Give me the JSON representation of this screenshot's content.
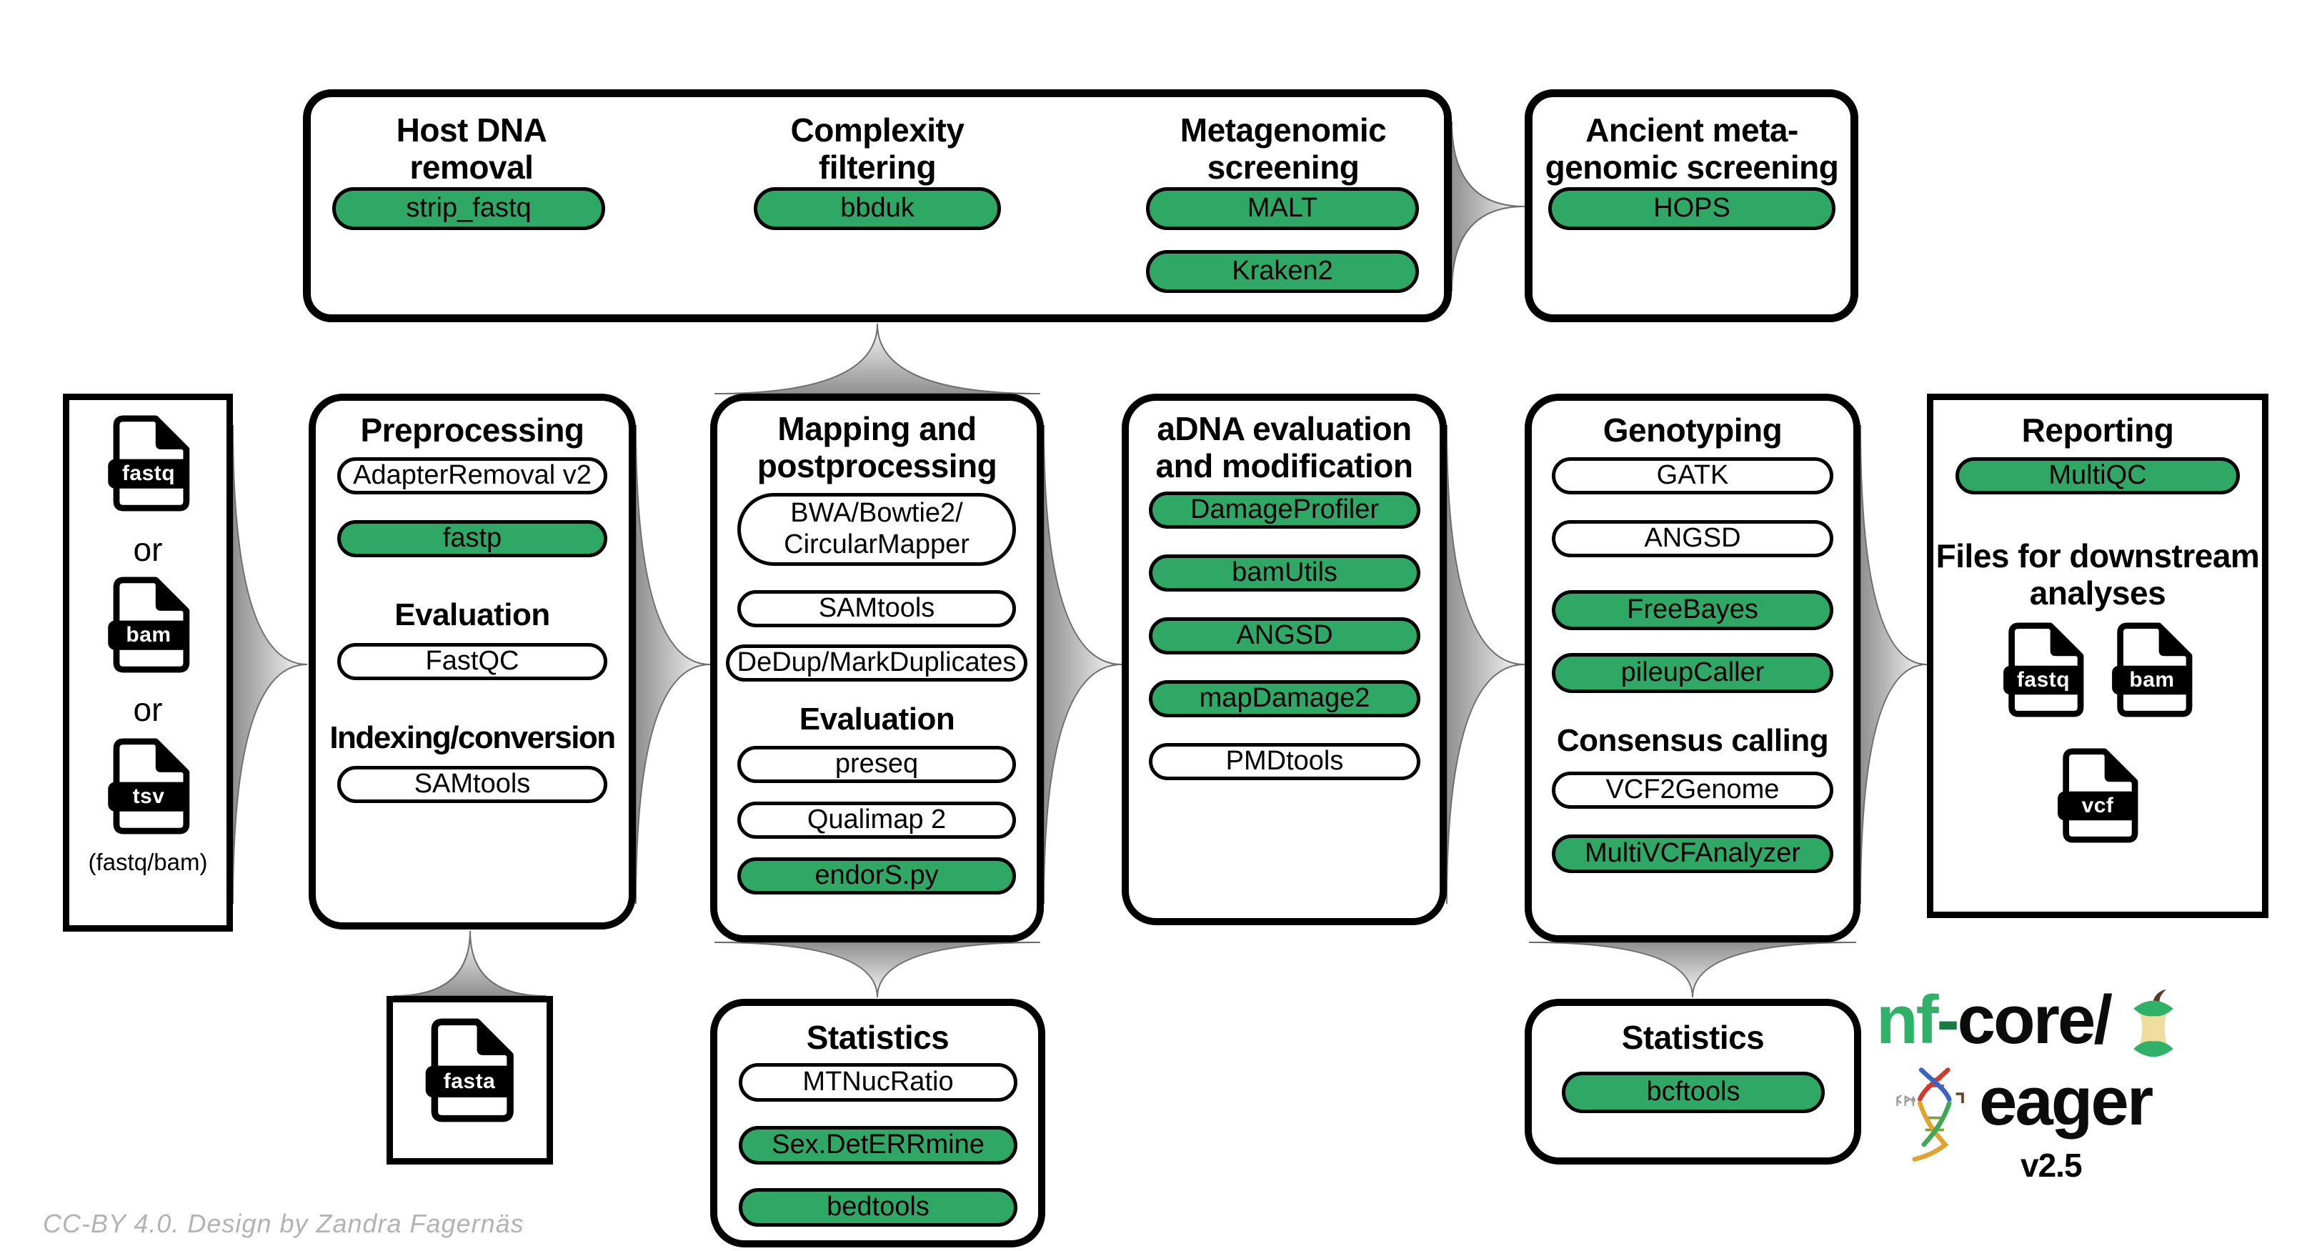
{
  "attribution": "CC-BY 4.0. Design by Zandra Fagernäs",
  "colors": {
    "green": "#2FA865",
    "arrow_gray": "#8F8F8F",
    "outline_black": "#000000"
  },
  "metagenomics_box": {
    "sections": [
      {
        "title_lines": [
          "Host DNA",
          "removal"
        ],
        "tools": [
          {
            "label": "strip_fastq",
            "variant": "green"
          }
        ]
      },
      {
        "title_lines": [
          "Complexity",
          "filtering"
        ],
        "tools": [
          {
            "label": "bbduk",
            "variant": "green"
          }
        ]
      },
      {
        "title_lines": [
          "Metagenomic",
          "screening"
        ],
        "tools": [
          {
            "label": "MALT",
            "variant": "green"
          },
          {
            "label": "Kraken2",
            "variant": "green"
          }
        ]
      }
    ]
  },
  "ancient_box": {
    "title_lines": [
      "Ancient meta-",
      "genomic screening"
    ],
    "tools": [
      {
        "label": "HOPS",
        "variant": "green"
      }
    ]
  },
  "input_box": {
    "files": [
      "fastq",
      "bam",
      "tsv"
    ],
    "or_label": "or",
    "caption": "(fastq/bam)"
  },
  "preprocessing_box": {
    "title": "Preprocessing",
    "pills": [
      {
        "label": "AdapterRemoval v2",
        "variant": "white"
      },
      {
        "label": "fastp",
        "variant": "green"
      }
    ],
    "subtitle1": "Evaluation",
    "pills2": [
      {
        "label": "FastQC",
        "variant": "white"
      }
    ],
    "subtitle2": "Indexing/conversion",
    "pills3": [
      {
        "label": "SAMtools",
        "variant": "white"
      }
    ]
  },
  "mapping_box": {
    "title_lines": [
      "Mapping and",
      "postprocessing"
    ],
    "pills": [
      {
        "label_lines": [
          "BWA/Bowtie2/",
          "CircularMapper"
        ],
        "variant": "white"
      },
      {
        "label": "SAMtools",
        "variant": "white"
      },
      {
        "label": "DeDup/MarkDuplicates",
        "variant": "white"
      }
    ],
    "subtitle": "Evaluation",
    "pills2": [
      {
        "label": "preseq",
        "variant": "white"
      },
      {
        "label": "Qualimap 2",
        "variant": "white"
      },
      {
        "label": "endorS.py",
        "variant": "green"
      }
    ]
  },
  "adna_box": {
    "title_lines": [
      "aDNA evaluation",
      "and modification"
    ],
    "pills": [
      {
        "label": "DamageProfiler",
        "variant": "green"
      },
      {
        "label": "bamUtils",
        "variant": "green"
      },
      {
        "label": "ANGSD",
        "variant": "green"
      },
      {
        "label": "mapDamage2",
        "variant": "green"
      },
      {
        "label": "PMDtools",
        "variant": "white"
      }
    ]
  },
  "genotyping_box": {
    "title": "Genotyping",
    "pills": [
      {
        "label": "GATK",
        "variant": "white"
      },
      {
        "label": "ANGSD",
        "variant": "white"
      },
      {
        "label": "FreeBayes",
        "variant": "green"
      },
      {
        "label": "pileupCaller",
        "variant": "green"
      }
    ],
    "subtitle": "Consensus calling",
    "pills2": [
      {
        "label": "VCF2Genome",
        "variant": "white"
      },
      {
        "label": "MultiVCFAnalyzer",
        "variant": "green"
      }
    ]
  },
  "reporting_box": {
    "title": "Reporting",
    "pills": [
      {
        "label": "MultiQC",
        "variant": "green"
      }
    ],
    "files_title_lines": [
      "Files for downstream",
      "analyses"
    ],
    "files": [
      "fastq",
      "bam",
      "vcf"
    ]
  },
  "reference_box": {
    "file_label": "fasta"
  },
  "stats_mapping_box": {
    "title": "Statistics",
    "pills": [
      {
        "label": "MTNucRatio",
        "variant": "white"
      },
      {
        "label": "Sex.DetERRmine",
        "variant": "green"
      },
      {
        "label": "bedtools",
        "variant": "green"
      }
    ]
  },
  "stats_genotyping_box": {
    "title": "Statistics",
    "pills": [
      {
        "label": "bcftools",
        "variant": "green"
      }
    ]
  },
  "logo": {
    "name_green": "nf",
    "name_dash": "-",
    "name_rest": "core/",
    "subname": "eager",
    "version": "v2.5"
  }
}
